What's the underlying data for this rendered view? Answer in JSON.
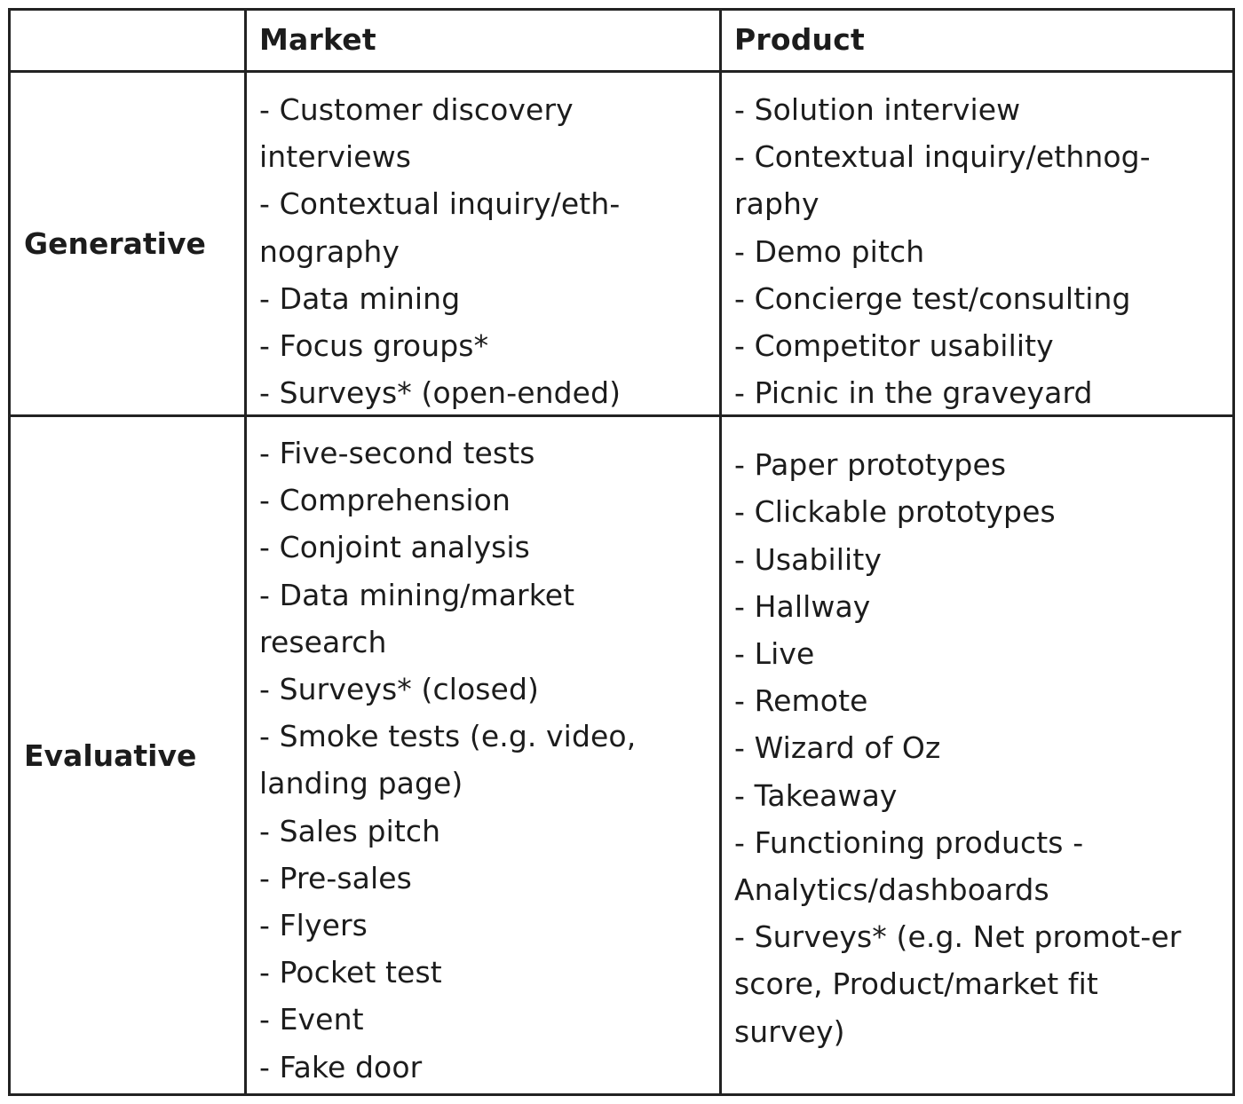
{
  "headers": {
    "corner": "",
    "market": "Market",
    "product": "Product"
  },
  "rows": {
    "generative": {
      "label": "Generative",
      "market": [
        "- Customer discovery interviews",
        "- Contextual inquiry/eth-nography",
        "- Data mining",
        "- Focus groups*",
        "- Surveys* (open-ended)"
      ],
      "product": [
        "- Solution interview",
        "- Contextual inquiry/ethnog-raphy",
        "- Demo pitch",
        "- Concierge test/consulting",
        "- Competitor usability",
        "- Picnic in the graveyard"
      ]
    },
    "evaluative": {
      "label": "Evaluative",
      "market": [
        "- Five-second tests",
        "- Comprehension",
        "- Conjoint analysis",
        "- Data mining/market research",
        "- Surveys* (closed)",
        " - Smoke tests (e.g. video, landing page)",
        "- Sales pitch",
        "- Pre-sales",
        "- Flyers",
        "- Pocket test",
        "- Event",
        "- Fake door"
      ],
      "product": [
        "- Paper prototypes",
        "- Clickable prototypes",
        "- Usability",
        "- Hallway",
        "- Live",
        "- Remote",
        "- Wizard of Oz",
        "- Takeaway",
        "- Functioning products - Analytics/dashboards",
        "- Surveys* (e.g. Net promot-er score, Product/market fit survey)"
      ]
    }
  }
}
